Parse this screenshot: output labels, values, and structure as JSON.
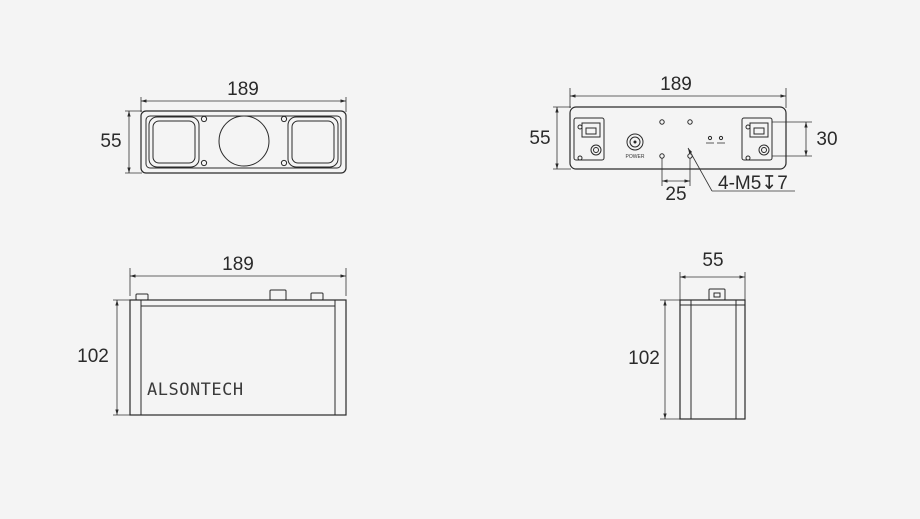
{
  "views": {
    "front": {
      "width_label": "189",
      "height_label": "55"
    },
    "rear": {
      "width_label": "189",
      "height_label": "55",
      "port_height_label": "30",
      "hole_offset_label": "25",
      "hole_callout": "4-M5↧7",
      "power_label": "POWER"
    },
    "top": {
      "width_label": "189",
      "height_label": "102",
      "brand": "ALSONTECH"
    },
    "side": {
      "width_label": "55",
      "height_label": "102"
    }
  },
  "colors": {
    "line": "#2a2a2a",
    "background": "#f4f4f4"
  }
}
